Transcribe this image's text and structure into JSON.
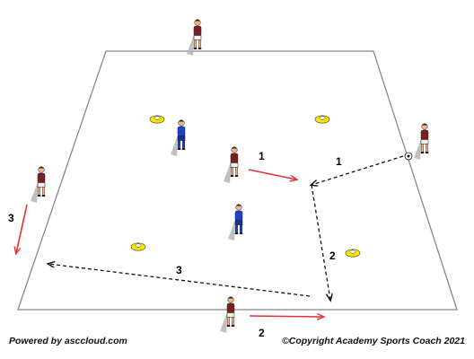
{
  "footer": {
    "powered": "Powered by asccloud.com",
    "copyright": "©Copyright Academy Sports Coach 2021"
  },
  "colors": {
    "pitch_line": "#888888",
    "shadow": "#b5b5b5",
    "red_team_shirt": "#7a1f1f",
    "red_team_shorts": "#f0f0f0",
    "blue_team_shirt": "#1f3fcf",
    "blue_team_shorts": "#1a2f8f",
    "skin": "#e9b48f",
    "cone": "#ffe600",
    "pass_arrow": "#111111",
    "run_arrow": "#e83030"
  },
  "labels": {
    "pass_1": "1",
    "run_1": "1",
    "pass_2": "2",
    "run_2": "2",
    "pass_3": "3",
    "run_3": "3"
  },
  "icons": [
    "ball-icon",
    "cone-icon",
    "player-icon"
  ]
}
